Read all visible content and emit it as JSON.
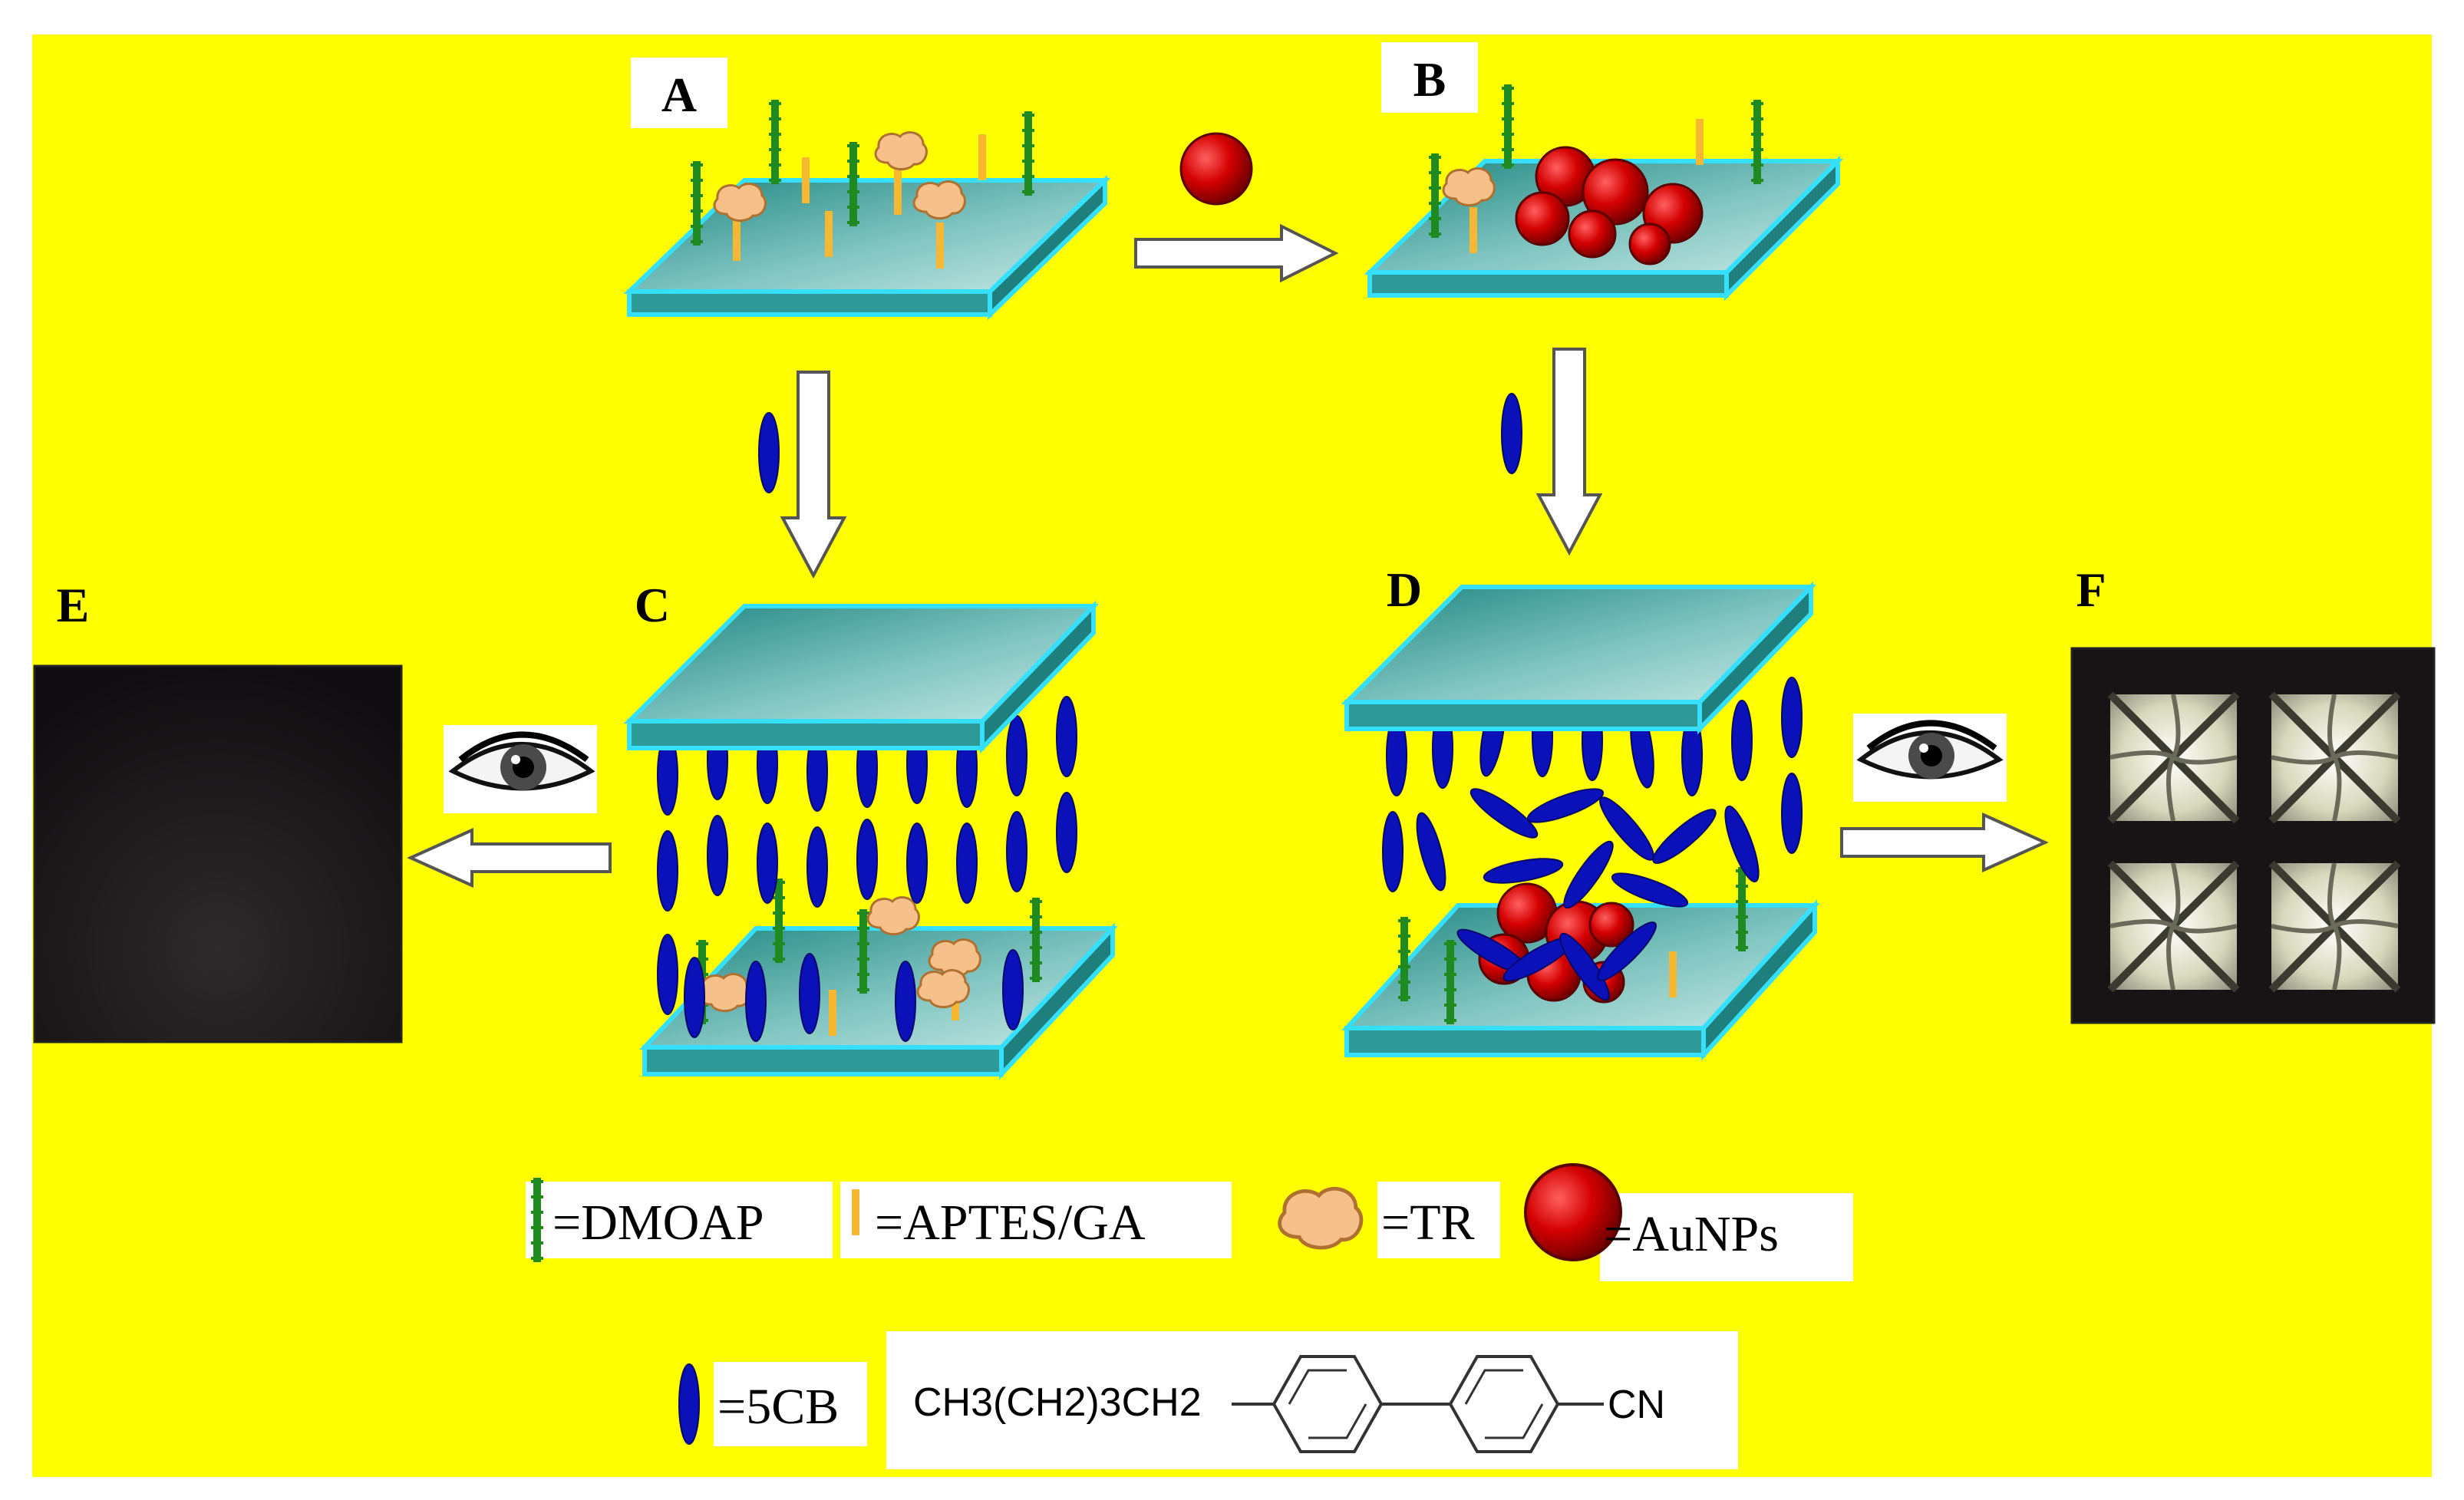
{
  "panels": {
    "A": "A",
    "B": "B",
    "C": "C",
    "D": "D",
    "E": "E",
    "F": "F"
  },
  "legend": {
    "dmoap": "=DMOAP",
    "aptes": "=APTES/GA",
    "tr": "=TR",
    "aunps": "=AuNPs",
    "lc": "=5CB",
    "formula": "CH3(CH2)3CH2",
    "cn": "CN"
  },
  "colors": {
    "background": "#ffff00",
    "dmoap": "#1f8a1f",
    "aptes": "#f5b830",
    "tr": "#f5c08a",
    "aunp": "#d40000",
    "lc": "#0b11b8",
    "slide_top": "#2e9a98",
    "slide_edge": "#35e0ff"
  }
}
